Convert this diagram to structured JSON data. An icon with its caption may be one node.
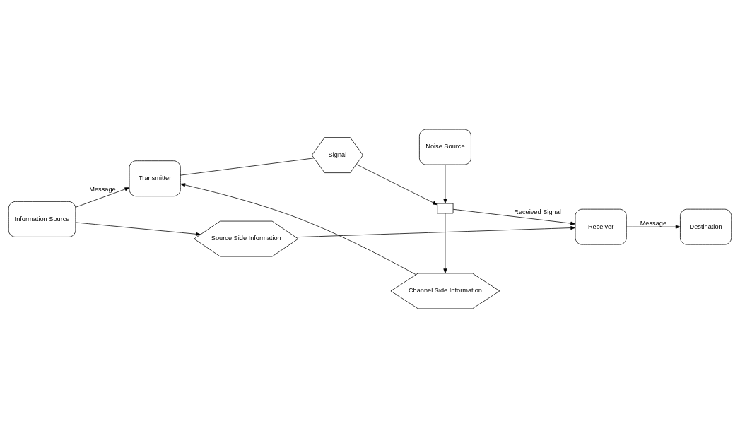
{
  "diagram": {
    "nodes": [
      {
        "text": [
          "Information Source"
        ]
      },
      {
        "text": [
          "Transmitter"
        ]
      },
      {
        "text": [
          "Signal"
        ]
      },
      {
        "text": [
          "Noise Source"
        ]
      },
      {
        "text": [],
        "shape": "box"
      },
      {
        "text": [
          "Receiver"
        ]
      },
      {
        "text": [
          "Destination"
        ]
      },
      {
        "text": [
          "Channel Side Information"
        ]
      },
      {
        "text": [
          "Source Side Information"
        ]
      }
    ],
    "edges": [
      {
        "from": 0,
        "to": 1,
        "arrow": "to",
        "label": "Message"
      },
      {
        "from": 1,
        "to": 2,
        "arrow": "none"
      },
      {
        "from": 2,
        "to": 4,
        "arrow": "to"
      },
      {
        "from": 3,
        "to": 4,
        "arrow": "to"
      },
      {
        "from": 4,
        "to": 5,
        "arrow": "to",
        "label": "Received Signal"
      },
      {
        "from": 5,
        "to": 6,
        "arrow": "to",
        "label": "Message"
      },
      {
        "from": 4,
        "to": 7,
        "arrow": "to"
      },
      {
        "from": 7,
        "to": 1,
        "arrow": "to"
      },
      {
        "from": 0,
        "to": 8,
        "arrow": "to"
      },
      {
        "from": 8,
        "to": 5,
        "arrow": "to"
      }
    ]
  }
}
